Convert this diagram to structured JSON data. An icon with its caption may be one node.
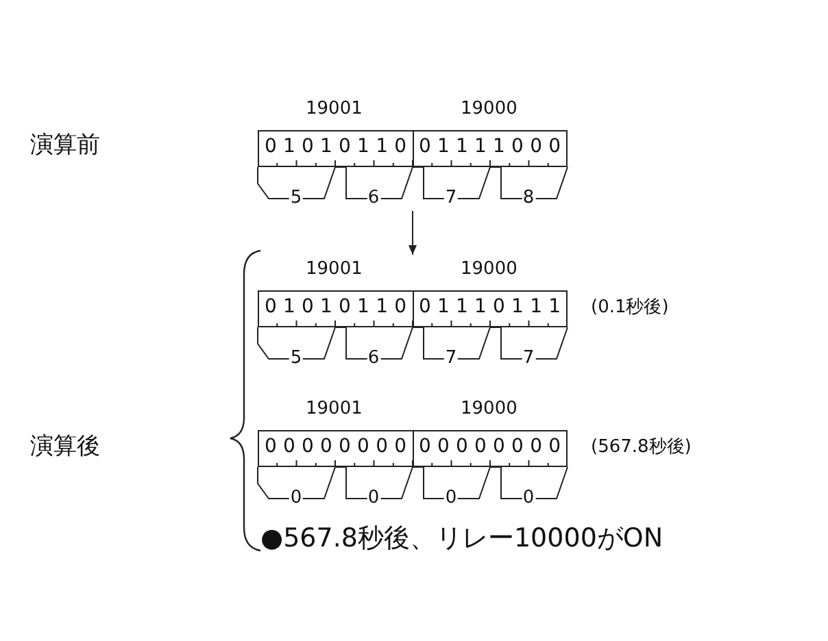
{
  "diagram": {
    "nodes": [
      {
        "text": [
          "0 1 0 1 0 1 1 0",
          "0 1 1 1 1 0 0 0",
          "5",
          "6",
          "7",
          "8"
        ],
        "beside": [
          "19001",
          "19000"
        ]
      },
      {
        "text": [
          "0 1 0 1 0 1 1 0",
          "0 1 1 1 0 1 1 1",
          "5",
          "6",
          "7",
          "7"
        ],
        "beside": [
          "19001",
          "19000",
          "(0.1秒後)"
        ]
      },
      {
        "text": [
          "0 0 0 0 0 0 0 0",
          "0 0 0 0 0 0 0 0",
          "0",
          "0",
          "0",
          "0"
        ],
        "beside": [
          "19001",
          "19000",
          "(567.8秒後)"
        ]
      }
    ],
    "edges": [
      {
        "from": 0,
        "to": 1,
        "arrow": "to"
      }
    ],
    "labels": [
      "演算前",
      "演算後",
      "●567.8秒後、リレー10000がON"
    ]
  }
}
